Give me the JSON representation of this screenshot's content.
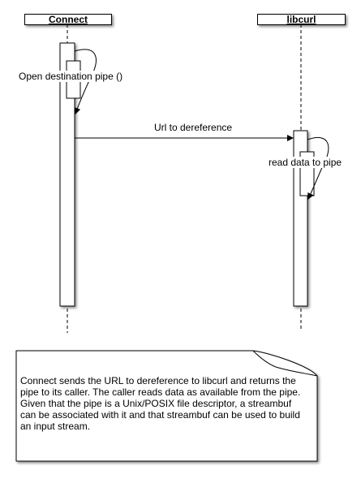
{
  "lifelines": {
    "connect": "Connect",
    "libcurl": "libcurl"
  },
  "messages": {
    "self_call_connect": "Open destination pipe ()",
    "call_to_libcurl": "Url to dereference",
    "self_call_libcurl": "read data to pipe"
  },
  "note": {
    "text": "Connect sends the URL to dereference to libcurl and returns the pipe to its caller. The caller reads data as available from the pipe. Given that the pipe is a Unix/POSIX file descriptor, a streambuf can be associated with it and that streambuf can be used to build an input stream."
  }
}
